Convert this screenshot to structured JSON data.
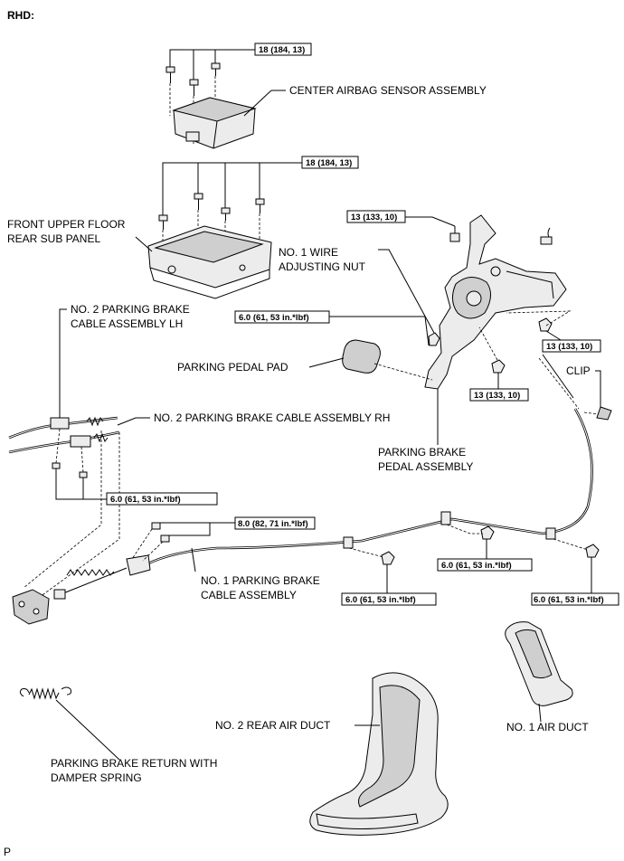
{
  "title": "RHD:",
  "footer_mark": "P",
  "labels": {
    "center_airbag": "CENTER AIRBAG SENSOR ASSEMBLY",
    "front_upper_floor_1": "FRONT UPPER FLOOR",
    "front_upper_floor_2": "REAR SUB PANEL",
    "wire_nut_1": "NO. 1 WIRE",
    "wire_nut_2": "ADJUSTING NUT",
    "cable_lh_1": "NO. 2 PARKING BRAKE",
    "cable_lh_2": "CABLE ASSEMBLY LH",
    "pedal_pad": "PARKING PEDAL PAD",
    "clip": "CLIP",
    "cable_rh": "NO. 2 PARKING BRAKE CABLE ASSEMBLY RH",
    "pedal_assy_1": "PARKING BRAKE",
    "pedal_assy_2": "PEDAL ASSEMBLY",
    "cable_no1_1": "NO. 1 PARKING BRAKE",
    "cable_no1_2": "CABLE ASSEMBLY",
    "rear_duct": "NO. 2 REAR AIR DUCT",
    "air_duct": "NO. 1 AIR DUCT",
    "spring_1": "PARKING BRAKE RETURN WITH",
    "spring_2": "DAMPER SPRING"
  },
  "torques": {
    "t_airbag": "18 (184, 13)",
    "t_panel": "18 (184, 13)",
    "t_pedal_top": "13 (133, 10)",
    "t_nut": "6.0 (61, 53 in.*lbf)",
    "t_pedal_right": "13 (133, 10)",
    "t_pedal_bottom": "13 (133, 10)",
    "t_bolts_lh": "6.0 (61, 53 in.*lbf)",
    "t_cable_bolts": "8.0 (82, 71 in.*lbf)",
    "t_cable_mid": "6.0 (61, 53 in.*lbf)",
    "t_cable_left": "6.0 (61, 53 in.*lbf)",
    "t_cable_right": "6.0 (61, 53 in.*lbf)"
  }
}
